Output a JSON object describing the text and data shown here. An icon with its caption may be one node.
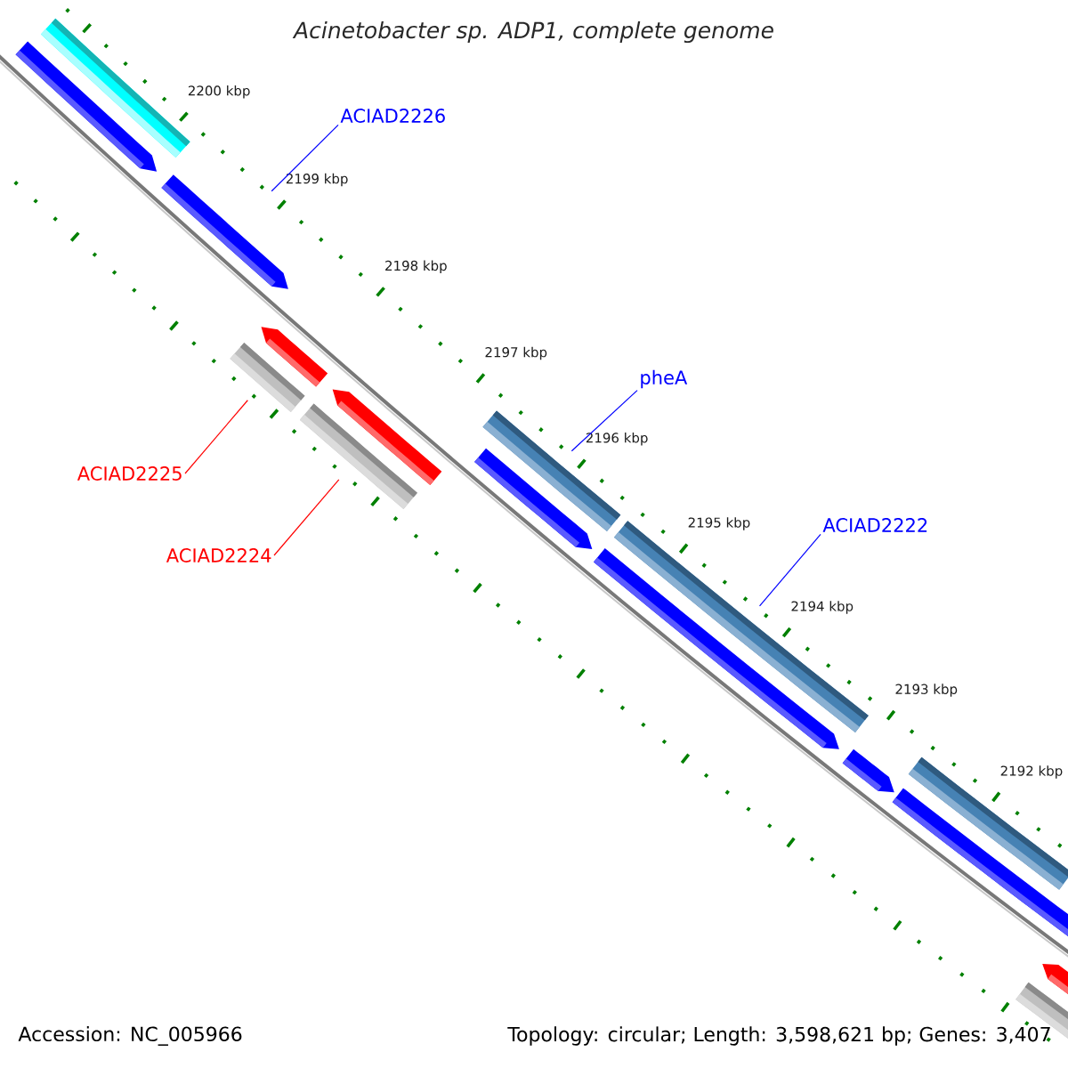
{
  "diagram": {
    "title": "Acinetobacter sp. ADP1, complete genome",
    "nodes": [
      {
        "text": [
          "ACIAD2226"
        ]
      },
      {
        "text": [
          "pheA"
        ]
      },
      {
        "text": [
          "ACIAD2225"
        ]
      },
      {
        "text": [
          "ACIAD2222"
        ]
      },
      {
        "text": [
          "ACIAD2224"
        ]
      },
      {
        "text": [],
        "shape": "bar"
      },
      {
        "text": [],
        "shape": "bar"
      },
      {
        "text": [],
        "shape": "bar"
      },
      {
        "text": [],
        "shape": "bar"
      },
      {
        "text": [],
        "shape": "bar"
      },
      {
        "text": [],
        "shape": "bar"
      },
      {
        "text": [],
        "shape": "bar"
      },
      {
        "text": [],
        "shape": "bar"
      },
      {
        "text": [],
        "shape": "bar"
      },
      {
        "text": [],
        "shape": "bar"
      },
      {
        "text": [],
        "shape": "bar"
      },
      {
        "text": [],
        "shape": "bar"
      },
      {
        "text": [],
        "shape": "bar"
      },
      {
        "text": [],
        "shape": "bar"
      },
      {
        "text": [],
        "shape": "bar"
      },
      {
        "text": [],
        "shape": "bar"
      }
    ],
    "edges": [
      {
        "from": 0,
        "to": 7,
        "arrow": "none"
      },
      {
        "from": 1,
        "to": 13,
        "arrow": "none"
      },
      {
        "from": 2,
        "to": 8,
        "arrow": "none",
        "color": "#ff0000"
      },
      {
        "from": 3,
        "to": 15,
        "arrow": "none"
      },
      {
        "from": 4,
        "to": 10,
        "arrow": "none",
        "color": "#ff0000"
      }
    ],
    "labels": [
      "2200 kbp",
      "2199 kbp",
      "2198 kbp",
      "2197 kbp",
      "2196 kbp",
      "2195 kbp",
      "2194 kbp",
      "2193 kbp",
      "2192 kbp",
      "Accession: NC_005966",
      "Topology: circular; Length: 3,598,621 bp; Genes: 3,407"
    ]
  }
}
